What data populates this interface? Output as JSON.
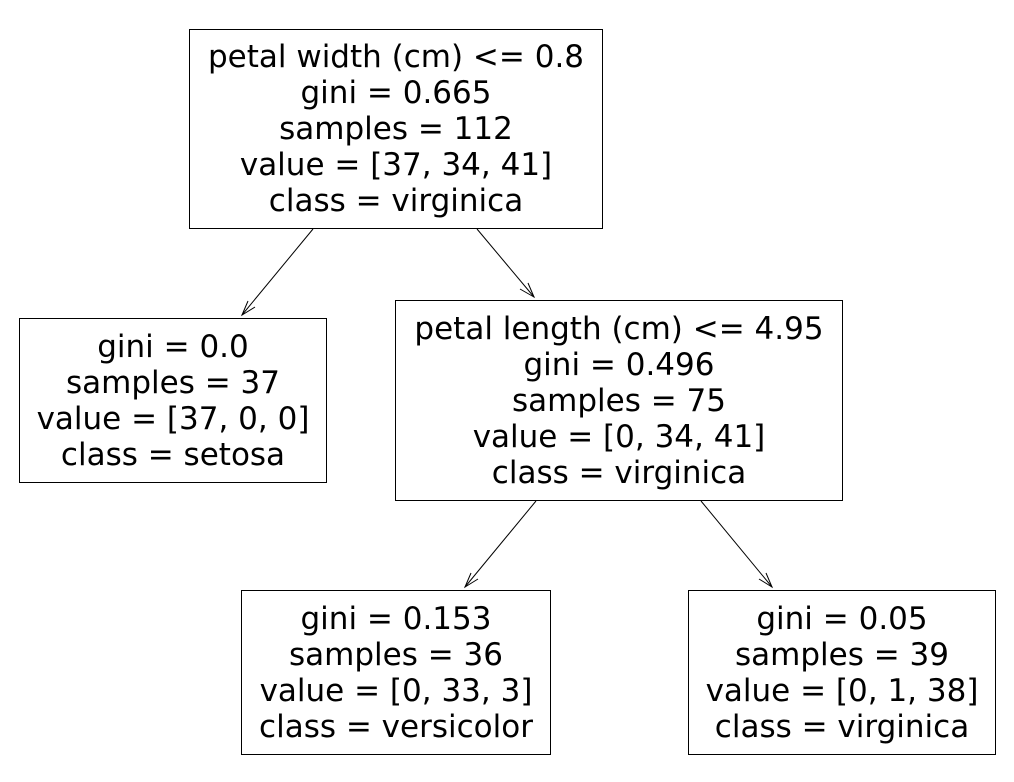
{
  "tree": {
    "nodes": [
      {
        "id": "node-0",
        "lines": [
          "petal width (cm) <= 0.8",
          "gini = 0.665",
          "samples = 112",
          "value = [37, 34, 41]",
          "class = virginica"
        ]
      },
      {
        "id": "node-1",
        "lines": [
          "gini = 0.0",
          "samples = 37",
          "value = [37, 0, 0]",
          "class = setosa"
        ]
      },
      {
        "id": "node-2",
        "lines": [
          "petal length (cm) <= 4.95",
          "gini = 0.496",
          "samples = 75",
          "value = [0, 34, 41]",
          "class = virginica"
        ]
      },
      {
        "id": "node-3",
        "lines": [
          "gini = 0.153",
          "samples = 36",
          "value = [0, 33, 3]",
          "class = versicolor"
        ]
      },
      {
        "id": "node-4",
        "lines": [
          "gini = 0.05",
          "samples = 39",
          "value = [0, 1, 38]",
          "class = virginica"
        ]
      }
    ],
    "edges": [
      {
        "from": "node-0",
        "to": "node-1"
      },
      {
        "from": "node-0",
        "to": "node-2"
      },
      {
        "from": "node-2",
        "to": "node-3"
      },
      {
        "from": "node-2",
        "to": "node-4"
      }
    ]
  }
}
